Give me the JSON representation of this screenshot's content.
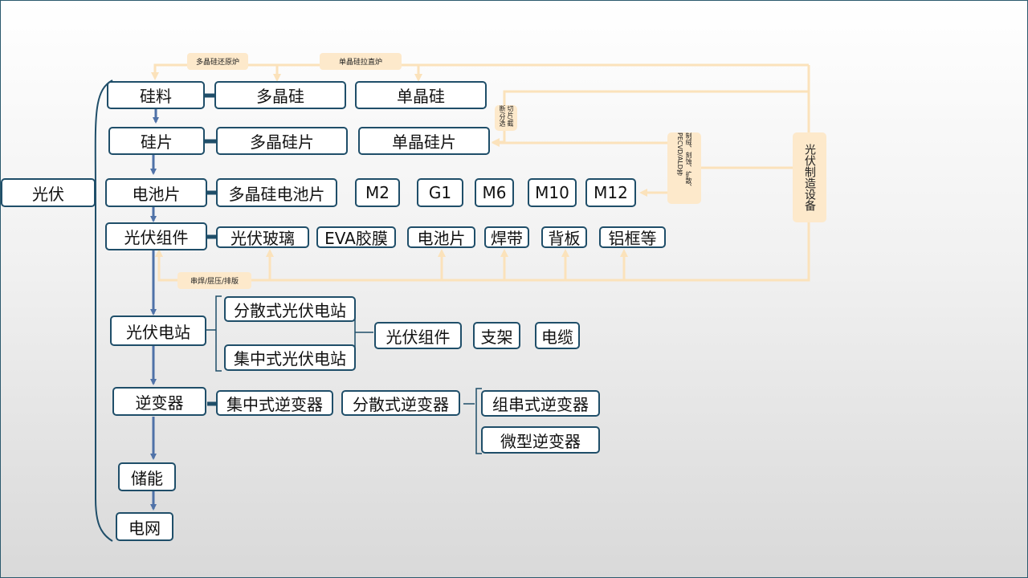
{
  "root": "光伏",
  "chain": {
    "silicon": "硅料",
    "wafer": "硅片",
    "cell": "电池片",
    "module": "光伏组件",
    "station": "光伏电站",
    "inverter": "逆变器",
    "storage": "储能",
    "grid": "电网"
  },
  "silicon_types": [
    "多晶硅",
    "单晶硅"
  ],
  "wafer_types": [
    "多晶硅片",
    "单晶硅片"
  ],
  "cell_types": [
    "多晶硅电池片",
    "M2",
    "G1",
    "M6",
    "M10",
    "M12"
  ],
  "module_parts": [
    "光伏玻璃",
    "EVA胶膜",
    "电池片",
    "焊带",
    "背板",
    "铝框等"
  ],
  "station_types": [
    "分散式光伏电站",
    "集中式光伏电站"
  ],
  "station_parts": [
    "光伏组件",
    "支架",
    "电缆"
  ],
  "inverter_types": [
    "集中式逆变器",
    "分散式逆变器"
  ],
  "distributed_inverter_types": [
    "组串式逆变器",
    "微型逆变器"
  ],
  "equipment": {
    "main": "光伏制造设备",
    "poly_furnace": "多晶硅还原炉",
    "mono_furnace": "单晶硅拉直炉",
    "cutting": "切片/截断/分选",
    "cell_process": "制绒、刻蚀、扩散、PECVD/ALD等",
    "module_process": "串焊/层压/排版"
  },
  "colors": {
    "box_border": "#1f4e69",
    "arrow": "#4f72a8",
    "equipment_line": "#fbe2bb",
    "label_fill": "#fde9cb"
  }
}
